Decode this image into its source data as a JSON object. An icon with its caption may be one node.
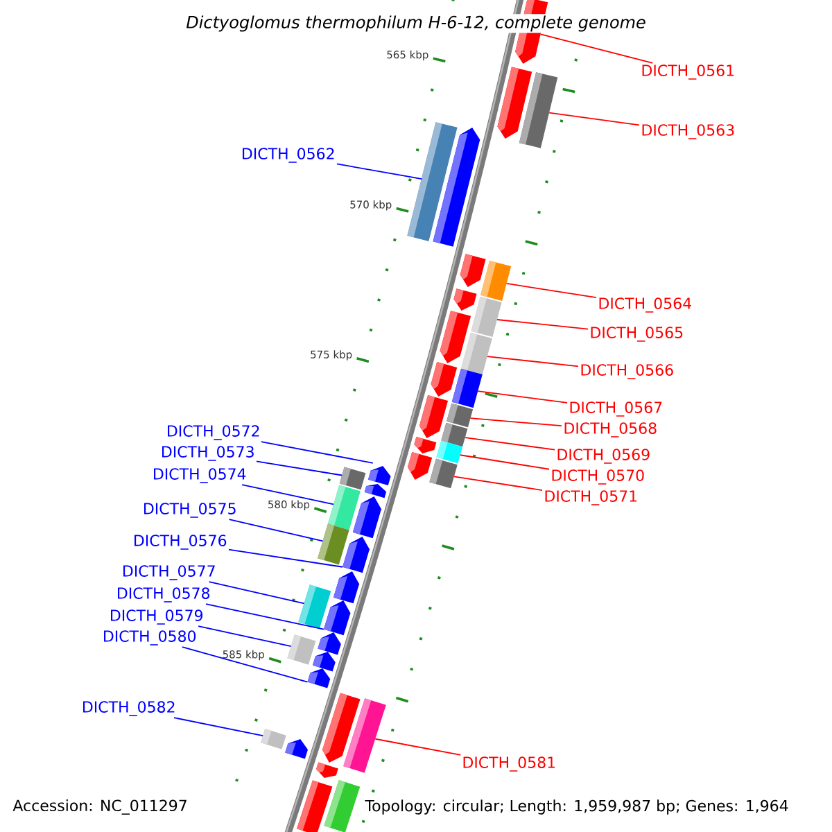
{
  "diagram": {
    "title": "Dictyoglomus thermophilum H-6-12, complete genome",
    "nodes": [
      {
        "text": [
          "DICTH_0561"
        ]
      },
      {
        "text": [
          "DICTH_0563"
        ]
      },
      {
        "text": [
          "DICTH_0562"
        ]
      },
      {
        "text": [
          "DICTH_0564"
        ]
      },
      {
        "text": [
          "DICTH_0565"
        ]
      },
      {
        "text": [
          "DICTH_0566"
        ]
      },
      {
        "text": [
          "DICTH_0567"
        ]
      },
      {
        "text": [
          "DICTH_0568"
        ]
      },
      {
        "text": [
          "DICTH_0569"
        ]
      },
      {
        "text": [
          "DICTH_0570"
        ]
      },
      {
        "text": [
          "DICTH_0571"
        ]
      },
      {
        "text": [
          "DICTH_0572"
        ]
      },
      {
        "text": [
          "DICTH_0573"
        ]
      },
      {
        "text": [
          "DICTH_0574"
        ]
      },
      {
        "text": [
          "DICTH_0575"
        ]
      },
      {
        "text": [
          "DICTH_0576"
        ]
      },
      {
        "text": [
          "DICTH_0577"
        ]
      },
      {
        "text": [
          "DICTH_0578"
        ]
      },
      {
        "text": [
          "DICTH_0579"
        ]
      },
      {
        "text": [
          "DICTH_0580"
        ]
      },
      {
        "text": [
          "DICTH_0582"
        ]
      },
      {
        "text": [
          "DICTH_0581"
        ]
      },
      {
        "text": [],
        "shape": "pentagon"
      },
      {
        "text": [],
        "shape": "pentagon"
      },
      {
        "text": [],
        "shape": "box"
      },
      {
        "text": [],
        "shape": "box"
      },
      {
        "text": [],
        "shape": "pentagon"
      },
      {
        "text": [],
        "shape": "pentagon"
      },
      {
        "text": [],
        "shape": "box"
      },
      {
        "text": [],
        "shape": "pentagon"
      },
      {
        "text": [],
        "shape": "box"
      },
      {
        "text": [],
        "shape": "pentagon"
      },
      {
        "text": [],
        "shape": "box"
      },
      {
        "text": [],
        "shape": "pentagon"
      },
      {
        "text": [],
        "shape": "box"
      },
      {
        "text": [],
        "shape": "pentagon"
      },
      {
        "text": [],
        "shape": "box"
      },
      {
        "text": [],
        "shape": "box"
      },
      {
        "text": [],
        "shape": "pentagon"
      },
      {
        "text": [],
        "shape": "box"
      },
      {
        "text": [],
        "shape": "pentagon"
      },
      {
        "text": [],
        "shape": "box"
      },
      {
        "text": [],
        "shape": "pentagon"
      },
      {
        "text": [],
        "shape": "box"
      },
      {
        "text": [],
        "shape": "pentagon"
      },
      {
        "text": [],
        "shape": "box"
      },
      {
        "text": [],
        "shape": "pentagon"
      },
      {
        "text": [],
        "shape": "box"
      },
      {
        "text": [],
        "shape": "pentagon"
      },
      {
        "text": [],
        "shape": "pentagon"
      },
      {
        "text": [],
        "shape": "box"
      },
      {
        "text": [],
        "shape": "pentagon"
      },
      {
        "text": [],
        "shape": "pentagon"
      },
      {
        "text": [],
        "shape": "box"
      },
      {
        "text": [],
        "shape": "pentagon"
      },
      {
        "text": [],
        "shape": "pentagon"
      },
      {
        "text": [],
        "shape": "pentagon"
      },
      {
        "text": [],
        "shape": "box"
      },
      {
        "text": [],
        "shape": "box"
      },
      {
        "text": [],
        "shape": "pentagon"
      },
      {
        "text": [],
        "shape": "pentagon"
      },
      {
        "text": [],
        "shape": "box"
      },
      {
        "text": [],
        "shape": "box"
      }
    ],
    "edges": [
      {
        "from": 0,
        "to": 22,
        "arrow": "none",
        "color": "#ff0000"
      },
      {
        "from": 1,
        "to": 24,
        "arrow": "none",
        "color": "#ff0000"
      },
      {
        "from": 2,
        "to": 25,
        "arrow": "none",
        "color": "#0000ff"
      },
      {
        "from": 3,
        "to": 28,
        "arrow": "none",
        "color": "#ff0000"
      },
      {
        "from": 4,
        "to": 30,
        "arrow": "none",
        "color": "#ff0000"
      },
      {
        "from": 5,
        "to": 32,
        "arrow": "none",
        "color": "#ff0000"
      },
      {
        "from": 6,
        "to": 34,
        "arrow": "none",
        "color": "#ff0000"
      },
      {
        "from": 7,
        "to": 36,
        "arrow": "none",
        "color": "#ff0000"
      },
      {
        "from": 8,
        "to": 37,
        "arrow": "none",
        "color": "#ff0000"
      },
      {
        "from": 9,
        "to": 39,
        "arrow": "none",
        "color": "#ff0000"
      },
      {
        "from": 10,
        "to": 41,
        "arrow": "none",
        "color": "#ff0000"
      },
      {
        "from": 11,
        "to": 42,
        "arrow": "none",
        "color": "#0000ff"
      },
      {
        "from": 12,
        "to": 43,
        "arrow": "none",
        "color": "#0000ff"
      },
      {
        "from": 13,
        "to": 45,
        "arrow": "none",
        "color": "#0000ff"
      },
      {
        "from": 14,
        "to": 47,
        "arrow": "none",
        "color": "#0000ff"
      },
      {
        "from": 15,
        "to": 48,
        "arrow": "none",
        "color": "#0000ff"
      },
      {
        "from": 16,
        "to": 50,
        "arrow": "none",
        "color": "#0000ff"
      },
      {
        "from": 17,
        "to": 51,
        "arrow": "none",
        "color": "#0000ff"
      },
      {
        "from": 18,
        "to": 53,
        "arrow": "none",
        "color": "#0000ff"
      },
      {
        "from": 19,
        "to": 55,
        "arrow": "none",
        "color": "#0000ff"
      },
      {
        "from": 20,
        "to": 58,
        "arrow": "none",
        "color": "#0000ff"
      },
      {
        "from": 21,
        "to": 57,
        "arrow": "none",
        "color": "#ff0000"
      }
    ],
    "labels": [
      "565 kbp",
      "570 kbp",
      "575 kbp",
      "580 kbp",
      "585 kbp",
      "Accession: NC_011297",
      "Topology: circular; Length: 1,959,987 bp; Genes: 1,964"
    ]
  }
}
